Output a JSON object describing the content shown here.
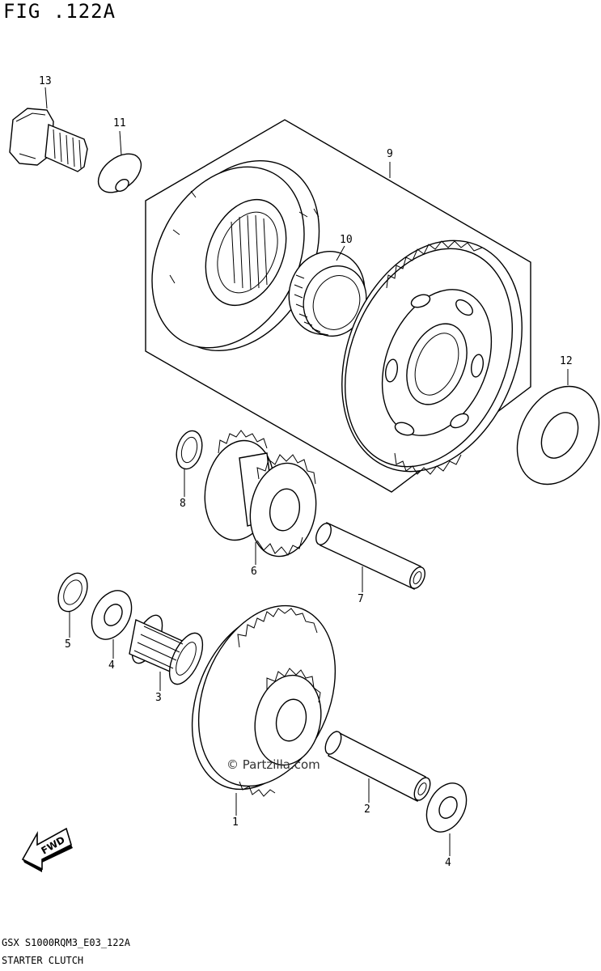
{
  "figure": {
    "title": "FIG .122A",
    "code": "GSX S1000RQM3_E03_122A",
    "caption": "STARTER CLUTCH",
    "watermark": "© Partzilla.com",
    "fwd_label": "FWD"
  },
  "callouts": {
    "p1": "1",
    "p2": "2",
    "p3": "3",
    "p4a": "4",
    "p4b": "4",
    "p5": "5",
    "p6": "6",
    "p7": "7",
    "p8": "8",
    "p9": "9",
    "p10": "10",
    "p11": "11",
    "p12": "12",
    "p13": "13"
  }
}
